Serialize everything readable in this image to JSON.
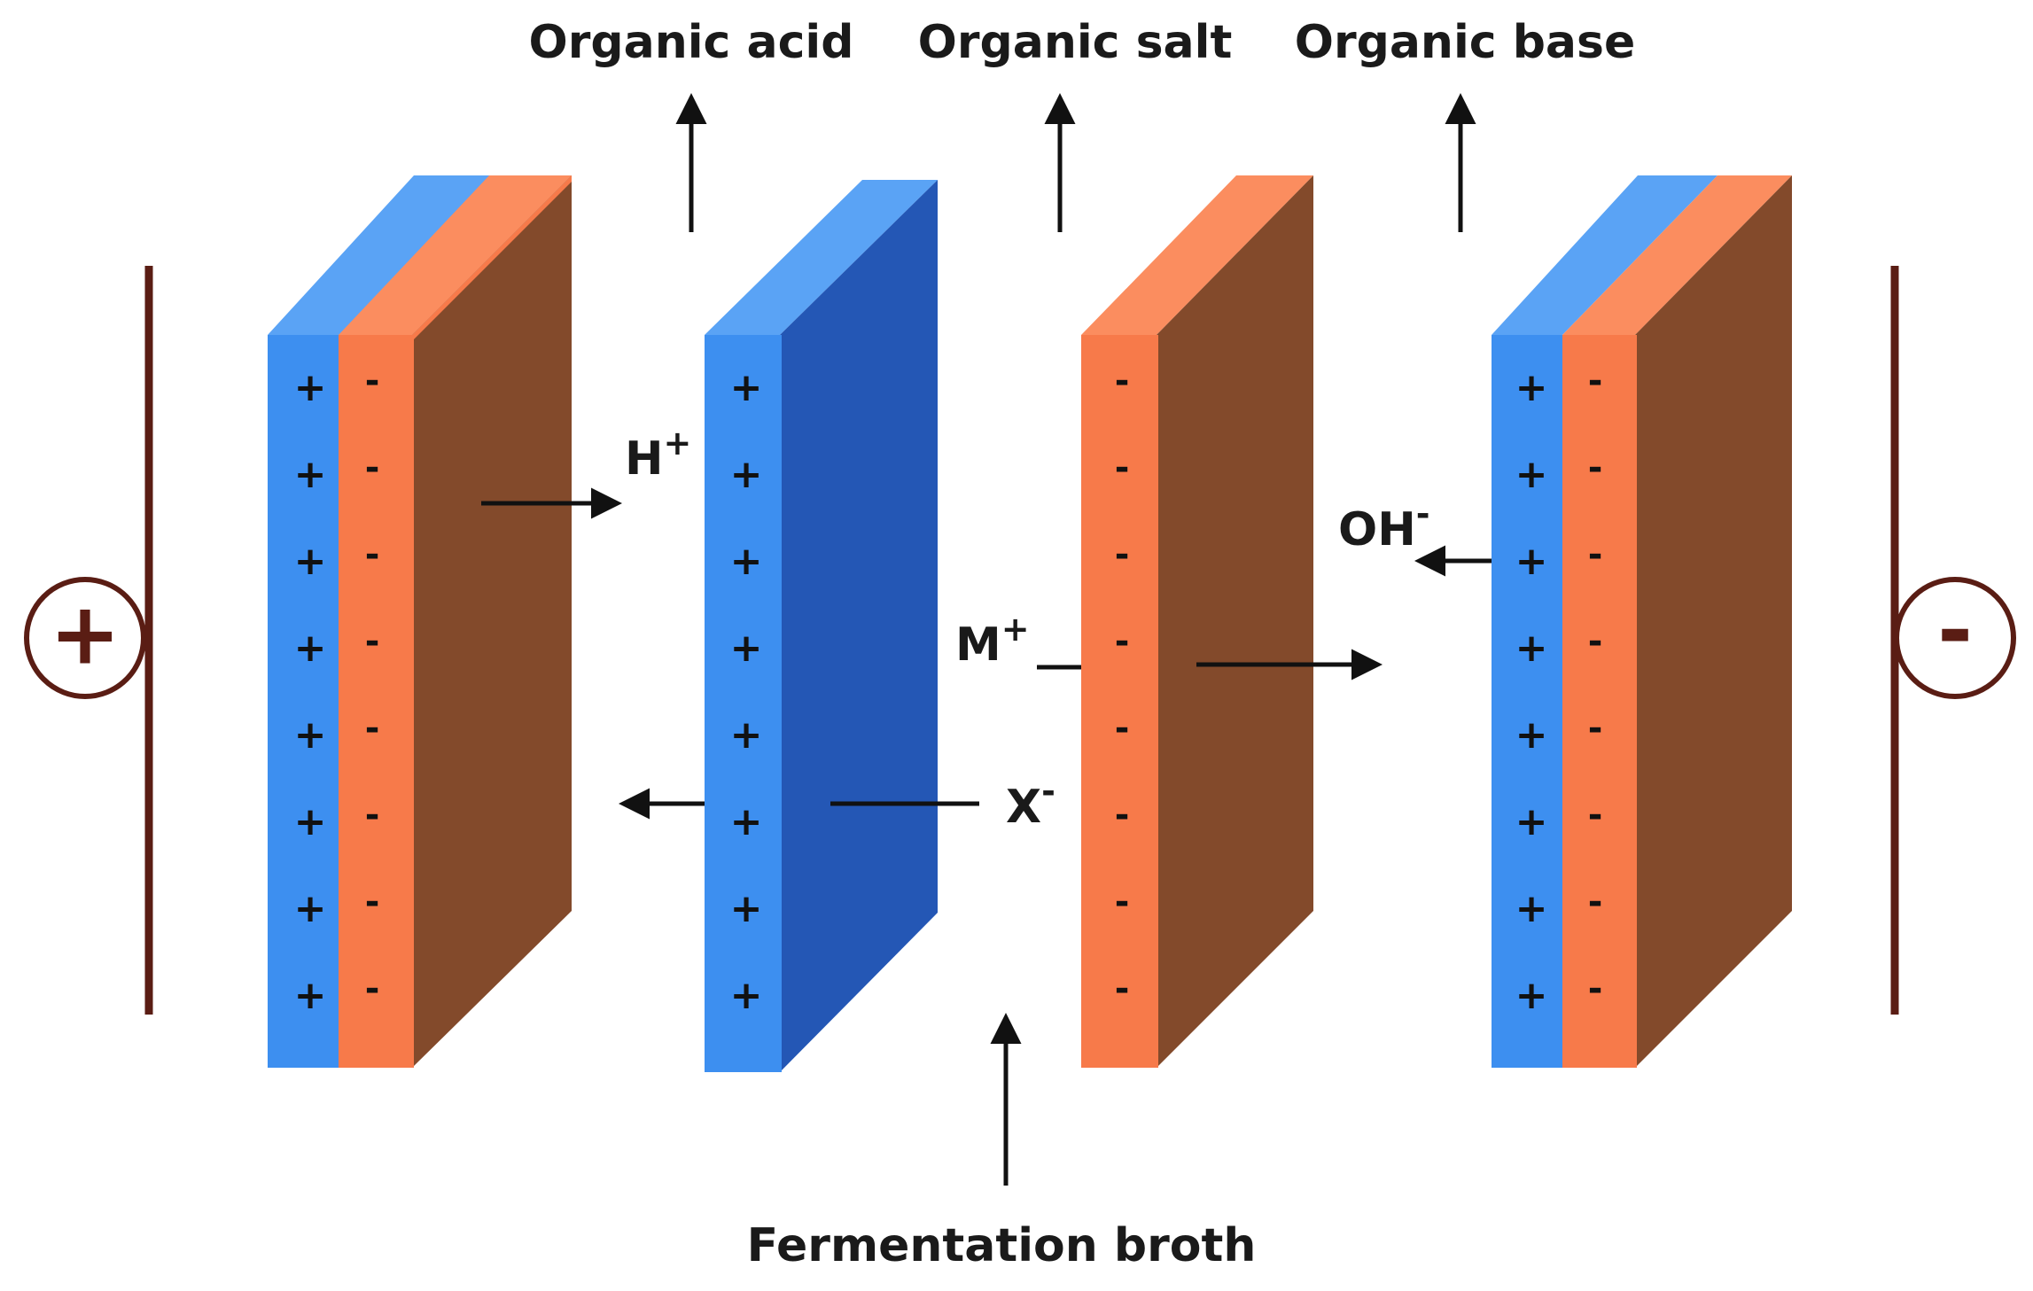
{
  "labels": {
    "organic_acid": "Organic acid",
    "organic_salt": "Organic salt",
    "organic_base": "Organic base",
    "fermentation_broth": "Fermentation broth"
  },
  "ions": {
    "h": "H",
    "h_sup": "+",
    "oh": "OH",
    "oh_sup": "-",
    "m": "M",
    "m_sup": "+",
    "x": "X",
    "x_sup": "-"
  },
  "electrodes": {
    "anode_sign": "+",
    "cathode_sign": "-"
  },
  "charges": {
    "plus": "+",
    "minus": "-"
  },
  "colors": {
    "cation_layer": "#3d8ff0",
    "cation_top": "#5aa3f5",
    "cation_side": "#2457b5",
    "anion_layer": "#f77a4a",
    "anion_top": "#fb8d5f",
    "body_side": "#834a2b",
    "electrode": "#5a1d14"
  }
}
